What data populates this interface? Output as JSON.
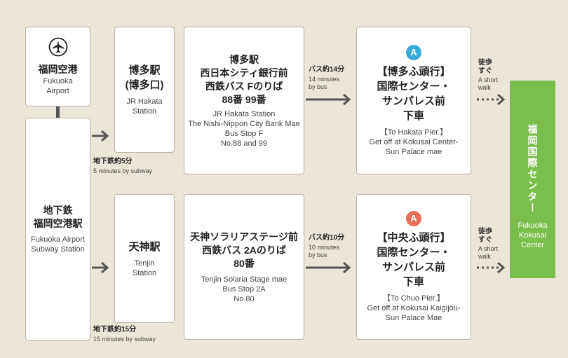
{
  "airport": {
    "name_jp": "福岡空港",
    "name_en_1": "Fukuoka",
    "name_en_2": "Airport",
    "icon": "airplane-icon"
  },
  "subway_station": {
    "name_jp_1": "地下鉄",
    "name_jp_2": "福岡空港駅",
    "name_en_1": "Fukuoka Airport",
    "name_en_2": "Subway Station"
  },
  "route_top": {
    "subway_jp": "地下鉄約5分",
    "subway_en": "5 minutes by subway",
    "station_jp_1": "博多駅",
    "station_jp_2": "(博多口)",
    "station_en_1": "JR Hakata",
    "station_en_2": "Station",
    "stop_jp_1": "博多駅",
    "stop_jp_2": "西日本シティ銀行前",
    "stop_jp_3": "西鉄バス Fのりば",
    "stop_jp_4": "88番 99番",
    "stop_en_1": "JR Hakata Station",
    "stop_en_2": "The Nishi-Nippon City Bank Mae",
    "stop_en_3": "Bus Stop F",
    "stop_en_4": "No.88 and 99",
    "bus_jp": "バス約14分",
    "bus_en_1": "14 minutes",
    "bus_en_2": "by bus",
    "badge": "A",
    "badge_color": "#3aabd9",
    "dest_jp_1": "【博多ふ頭行】",
    "dest_jp_2": "国際センター・",
    "dest_jp_3": "サンパレス前",
    "dest_jp_4": "下車",
    "dest_en_1": "【To Hakata Pier.】",
    "dest_en_2": "Get off at Kokusai Center-",
    "dest_en_3": "Sun Palace mae",
    "walk_jp_1": "徒歩",
    "walk_jp_2": "すぐ",
    "walk_en_1": "A short",
    "walk_en_2": "walk"
  },
  "route_bottom": {
    "subway_jp": "地下鉄約15分",
    "subway_en": "15 minutes by subway",
    "station_jp": "天神駅",
    "station_en_1": "Tenjin",
    "station_en_2": "Station",
    "stop_jp_1": "天神ソラリアステージ前",
    "stop_jp_2": "西鉄バス 2Aのりば",
    "stop_jp_3": "80番",
    "stop_en_1": "Tenjin Solaria Stage mae",
    "stop_en_2": "Bus Stop 2A",
    "stop_en_3": "No.80",
    "bus_jp": "バス約10分",
    "bus_en_1": "10 minutes",
    "bus_en_2": "by bus",
    "badge": "A",
    "badge_color": "#e8705a",
    "dest_jp_1": "【中央ふ頭行】",
    "dest_jp_2": "国際センター・",
    "dest_jp_3": "サンパレス前",
    "dest_jp_4": "下車",
    "dest_en_1": "【To Chuo Pier.】",
    "dest_en_2": "Get off at Kokusai Kaigijou-",
    "dest_en_3": "Sun Palace Mae",
    "walk_jp_1": "徒歩",
    "walk_jp_2": "すぐ",
    "walk_en_1": "A short",
    "walk_en_2": "walk"
  },
  "destination": {
    "name_jp": "福岡国際センター",
    "name_en_1": "Fukuoka",
    "name_en_2": "Kokusai",
    "name_en_3": "Center",
    "color": "#7cbe4c"
  }
}
